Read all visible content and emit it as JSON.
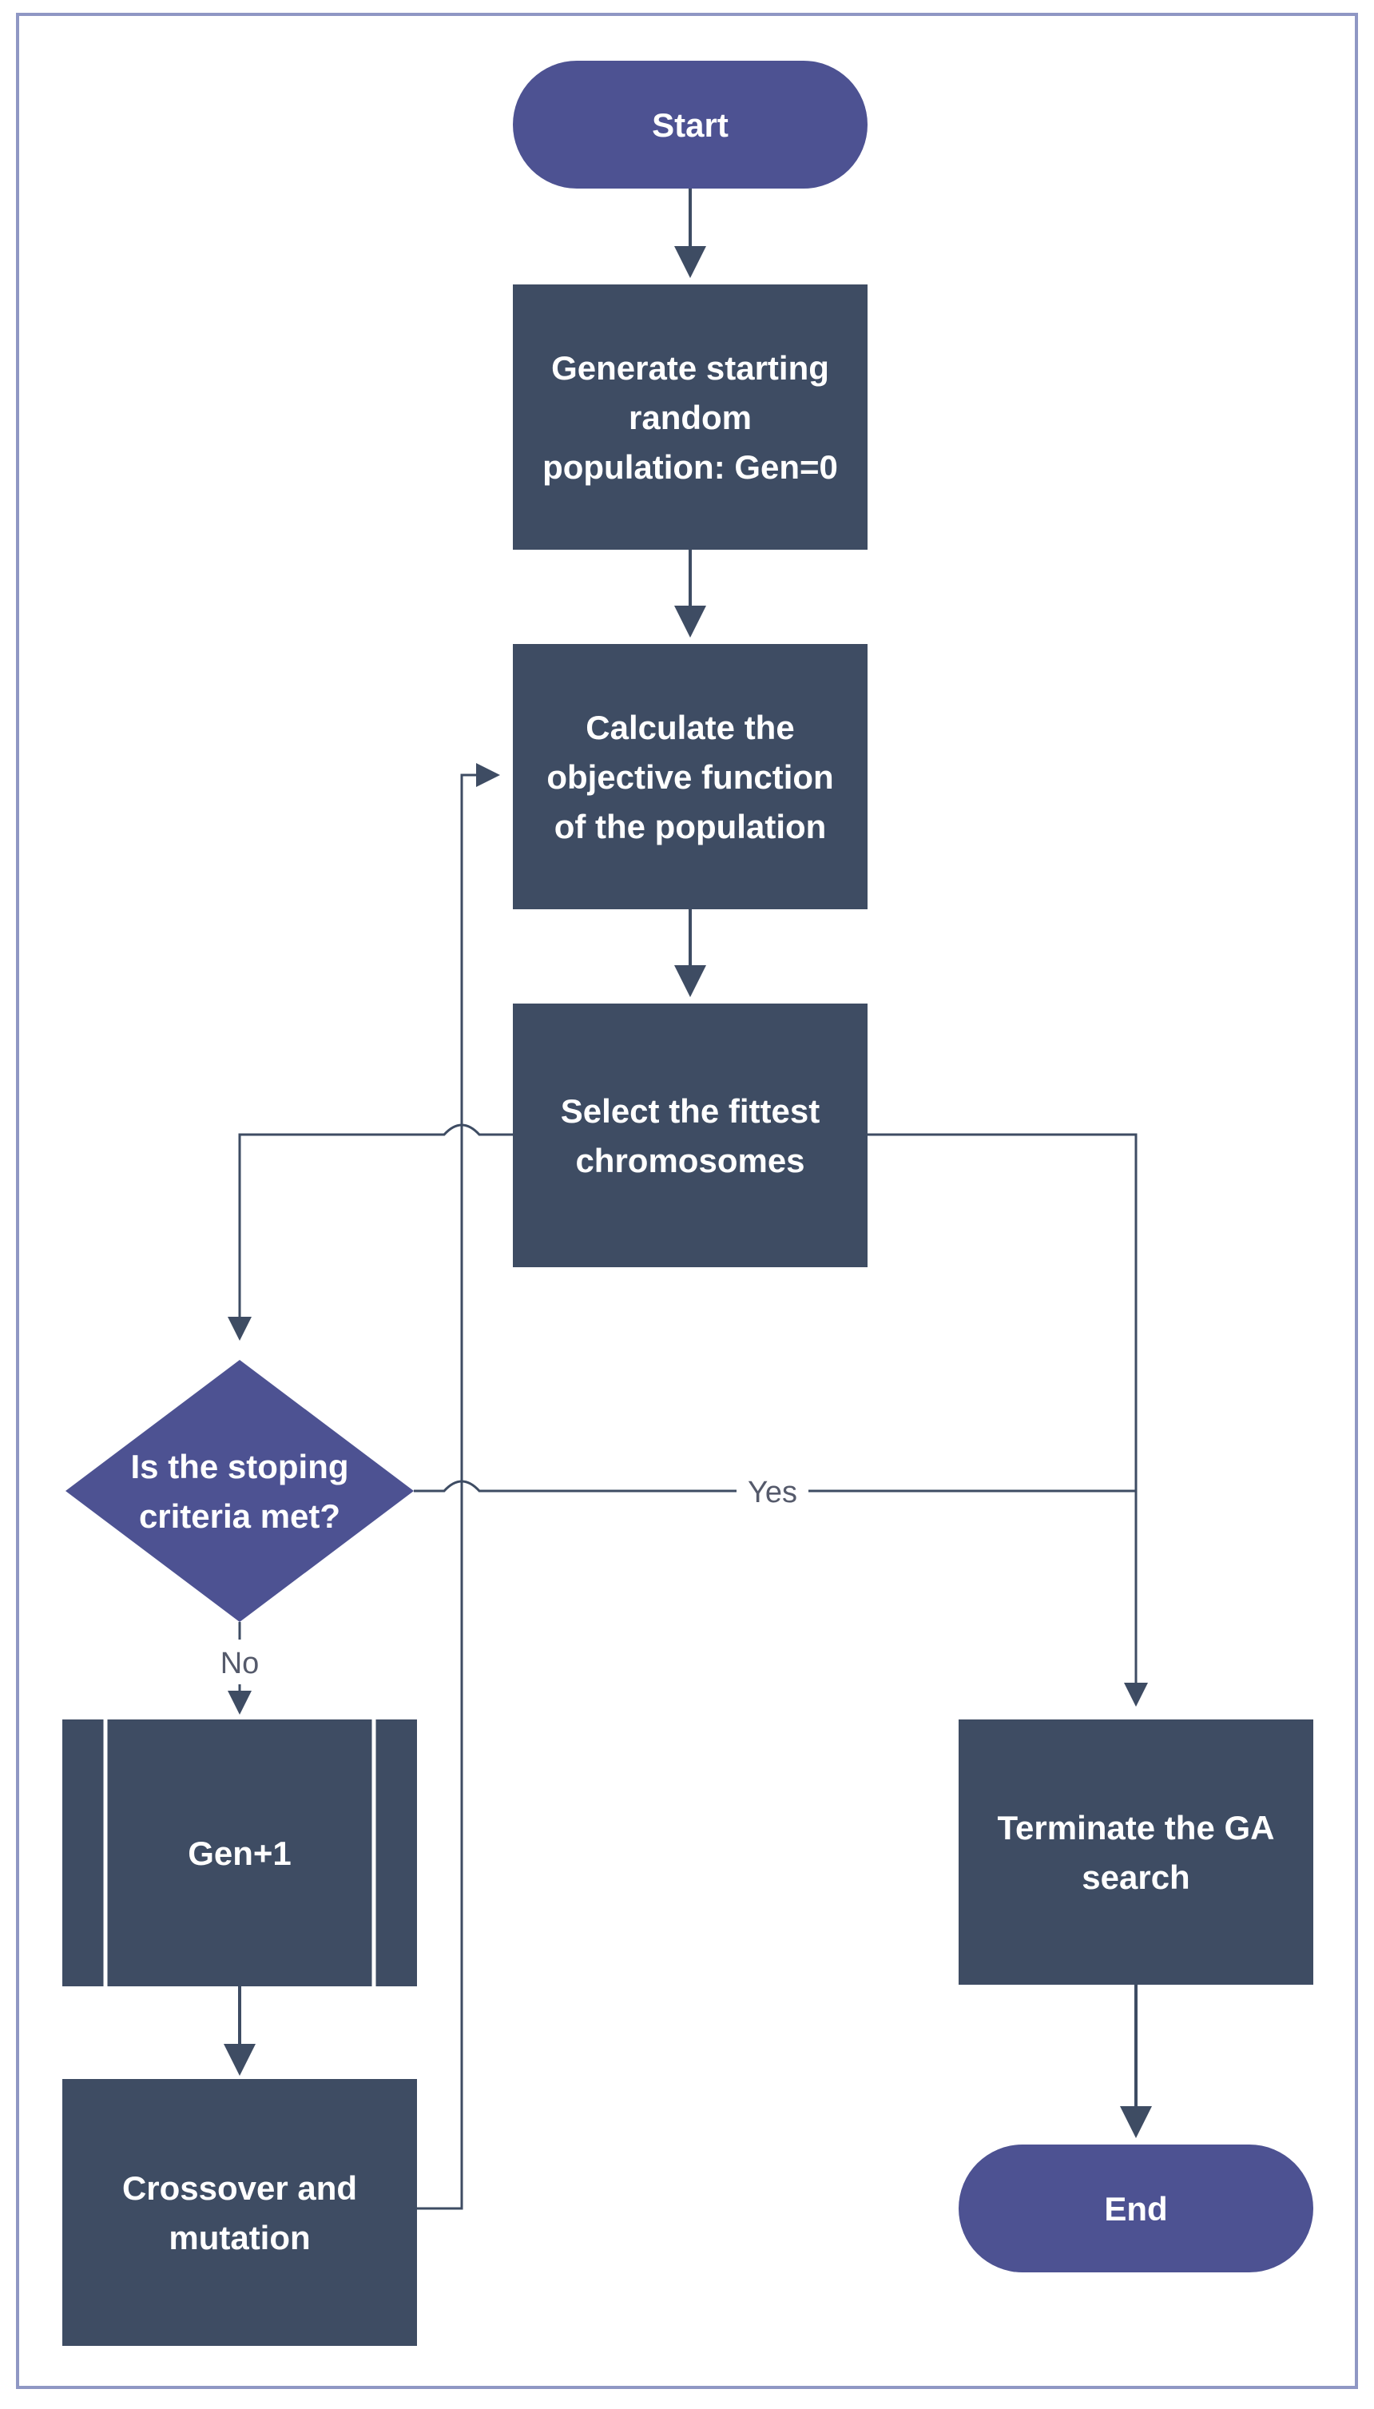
{
  "colors": {
    "terminal": "#4d5292",
    "process": "#3e4c63",
    "decision": "#4d5292",
    "connector": "#3e4c63",
    "border": "#8f97c4"
  },
  "nodes": {
    "start": {
      "label": [
        "Start"
      ]
    },
    "generate": {
      "label": [
        "Generate starting",
        "random",
        "population: Gen=0"
      ]
    },
    "calculate": {
      "label": [
        "Calculate the",
        "objective function",
        "of the population"
      ]
    },
    "select": {
      "label": [
        "Select the fittest",
        "chromosomes"
      ]
    },
    "decision": {
      "label": [
        "Is the stoping",
        "criteria met?"
      ]
    },
    "gen_plus": {
      "label": [
        "Gen+1"
      ]
    },
    "crossover": {
      "label": [
        "Crossover and",
        "mutation"
      ]
    },
    "terminate": {
      "label": [
        "Terminate the GA",
        "search"
      ]
    },
    "end": {
      "label": [
        "End"
      ]
    }
  },
  "edge_labels": {
    "yes": "Yes",
    "no": "No"
  }
}
